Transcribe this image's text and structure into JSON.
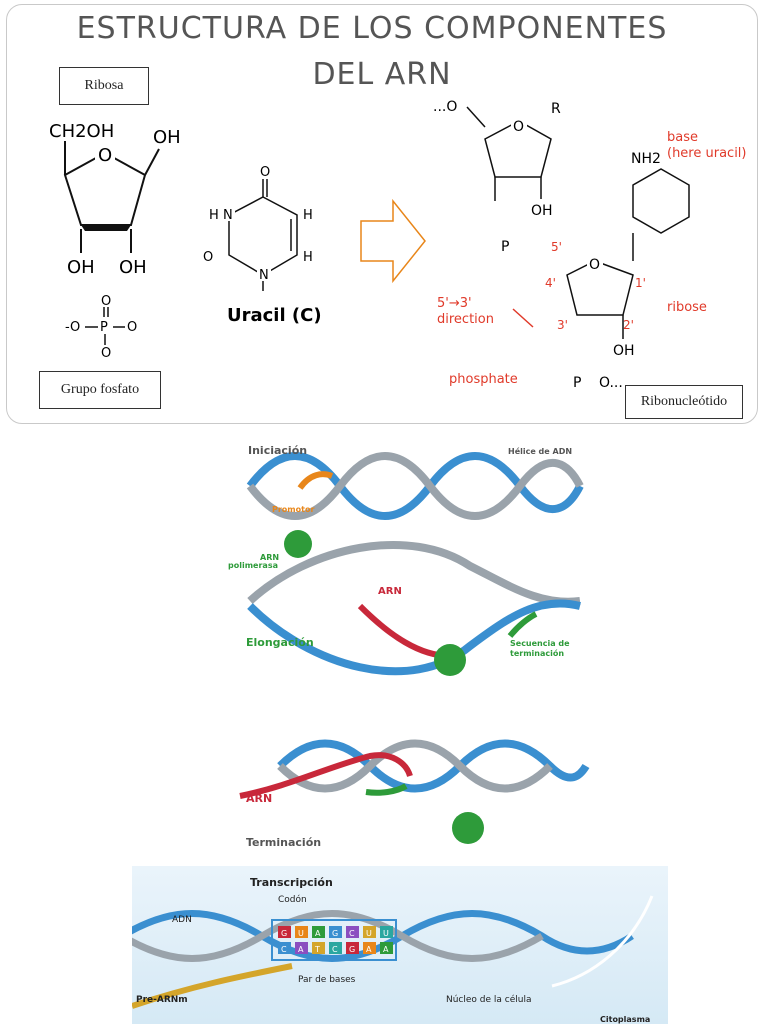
{
  "slide": {
    "title_line1": "ESTRUCTURA DE LOS COMPONENTES",
    "title_line2": "DEL ARN",
    "labels": {
      "ribosa": "Ribosa",
      "grupo_fosfato": "Grupo fosfato",
      "ribonucleotido": "Ribonucleótido"
    },
    "ribose": {
      "ch2oh": "CH2OH",
      "oh_right": "OH",
      "ring_o": "O",
      "oh_bottom_left": "OH",
      "oh_bottom_right": "OH"
    },
    "phosphate": {
      "o": "O",
      "p": "P",
      "minus_o": "-O"
    },
    "uracil": {
      "name": "Uracil (C)",
      "h": "H",
      "n": "N",
      "o": "O"
    },
    "nucleotide": {
      "top_o": "...O",
      "r": "R",
      "ring_o": "O",
      "oh": "OH",
      "p": "P",
      "primes": [
        "5'",
        "4'",
        "1'",
        "3'",
        "2'"
      ],
      "nh2": "NH2",
      "base_label": "base",
      "base_sub": "(here uracil)",
      "direction_1": "5'→3'",
      "direction_2": "direction",
      "ribose_label": "ribose",
      "phosphate_label": "phosphate",
      "trailing": "O..."
    }
  },
  "transcription_steps": {
    "iniciacion": "Iniciación",
    "helice": "Hélice de ADN",
    "promotor": "Promotor",
    "arn_polimerasa_1": "ARN",
    "arn_polimerasa_2": "polimerasa",
    "arn": "ARN",
    "elongacion": "Elongación",
    "secuencia_1": "Secuencia de",
    "secuencia_2": "terminación",
    "arn_term": "ARN",
    "terminacion": "Terminación"
  },
  "transcription_cell": {
    "title": "Transcripción",
    "codon": "Codón",
    "adn": "ADN",
    "par_bases": "Par de bases",
    "pre_arnm": "Pre-ARNm",
    "nucleo": "Núcleo de la célula",
    "citoplasma": "Citoplasma",
    "bases_top": [
      "G",
      "U",
      "A",
      "G",
      "C",
      "U",
      "U"
    ],
    "bases_bottom": [
      "C",
      "A",
      "T",
      "C",
      "G",
      "A",
      "A"
    ]
  },
  "colors": {
    "red_label": "#e03a2a",
    "orange": "#e8861a",
    "green": "#2e9b3a",
    "dna_blue": "#3a8fd0",
    "rna_red": "#c8283a"
  }
}
